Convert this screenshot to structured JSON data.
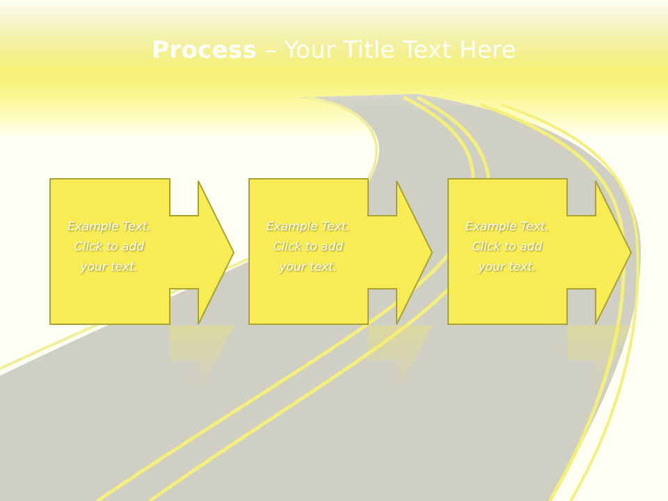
{
  "slide": {
    "title_bold": "Process",
    "title_rest": " – Your Title Text Here"
  },
  "steps": [
    {
      "line1": "Example Text.",
      "line2": "Click  to add",
      "line3": "your text."
    },
    {
      "line1": "Example Text.",
      "line2": "Click  to add",
      "line3": "your text."
    },
    {
      "line1": "Example Text.",
      "line2": "Click  to add",
      "line3": "your text."
    }
  ],
  "colors": {
    "header_top": "#b8b01e",
    "header_mid": "#f1e92c",
    "box_fill": "#f7ec54",
    "box_border": "#a8a230",
    "road": "#cfcfc4",
    "road_lines": "#f4ef7c"
  }
}
